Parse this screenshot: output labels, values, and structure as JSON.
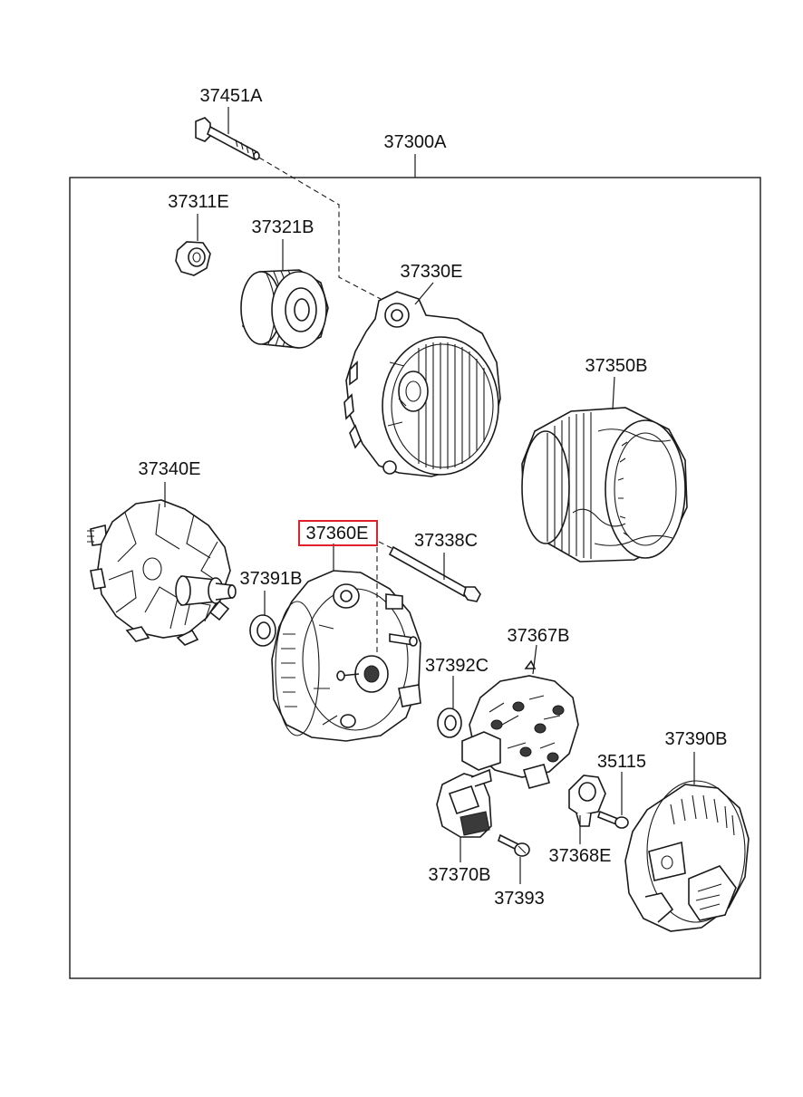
{
  "assembly_label": "37300A",
  "highlight_color": "#e0202a",
  "parts": {
    "bolt": "37451A",
    "nut": "37311E",
    "pulley": "37321B",
    "front_bracket": "37330E",
    "stator": "37350B",
    "rotor": "37340E",
    "rear_bracket": "37360E",
    "through_bolt": "37338C",
    "front_bearing_cover": "37391B",
    "rear_bearing_cover": "37392C",
    "rectifier": "37367B",
    "regulator": "37370B",
    "regulator_screw": "37393",
    "screw": "35115",
    "terminal_holder": "37368E",
    "rear_cover": "37390B"
  }
}
